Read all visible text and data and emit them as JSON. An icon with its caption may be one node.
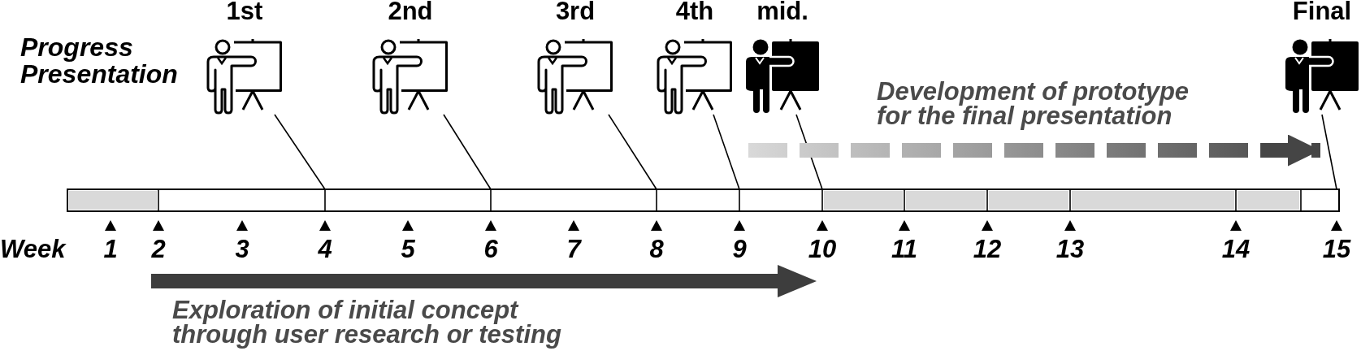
{
  "diagram": {
    "nodes": [
      {
        "text": [
          "1st"
        ]
      },
      {
        "text": [
          "2nd"
        ]
      },
      {
        "text": [
          "3rd"
        ]
      },
      {
        "text": [
          "4th"
        ]
      },
      {
        "text": [
          "mid."
        ]
      },
      {
        "text": [
          "Final"
        ]
      },
      {
        "text": [],
        "shape": "bar"
      }
    ],
    "edges": [
      {
        "from": 0,
        "to": 6,
        "arrow": "none"
      },
      {
        "from": 1,
        "to": 6,
        "arrow": "none"
      },
      {
        "from": 2,
        "to": 6,
        "arrow": "none"
      },
      {
        "from": 3,
        "to": 6,
        "arrow": "none"
      },
      {
        "from": 4,
        "to": 6,
        "arrow": "none"
      },
      {
        "from": 5,
        "to": 6,
        "arrow": "none"
      },
      {
        "from": null,
        "to": 5,
        "arrow": "to",
        "style": "dashed"
      }
    ],
    "labels": [
      "Progress Presentation",
      "Development of prototype for the final presentation",
      "Week",
      "1",
      "2",
      "3",
      "4",
      "5",
      "6",
      "7",
      "8",
      "9",
      "10",
      "11",
      "12",
      "13",
      "14",
      "15",
      "Exploration of initial concept through user research or testing"
    ]
  }
}
